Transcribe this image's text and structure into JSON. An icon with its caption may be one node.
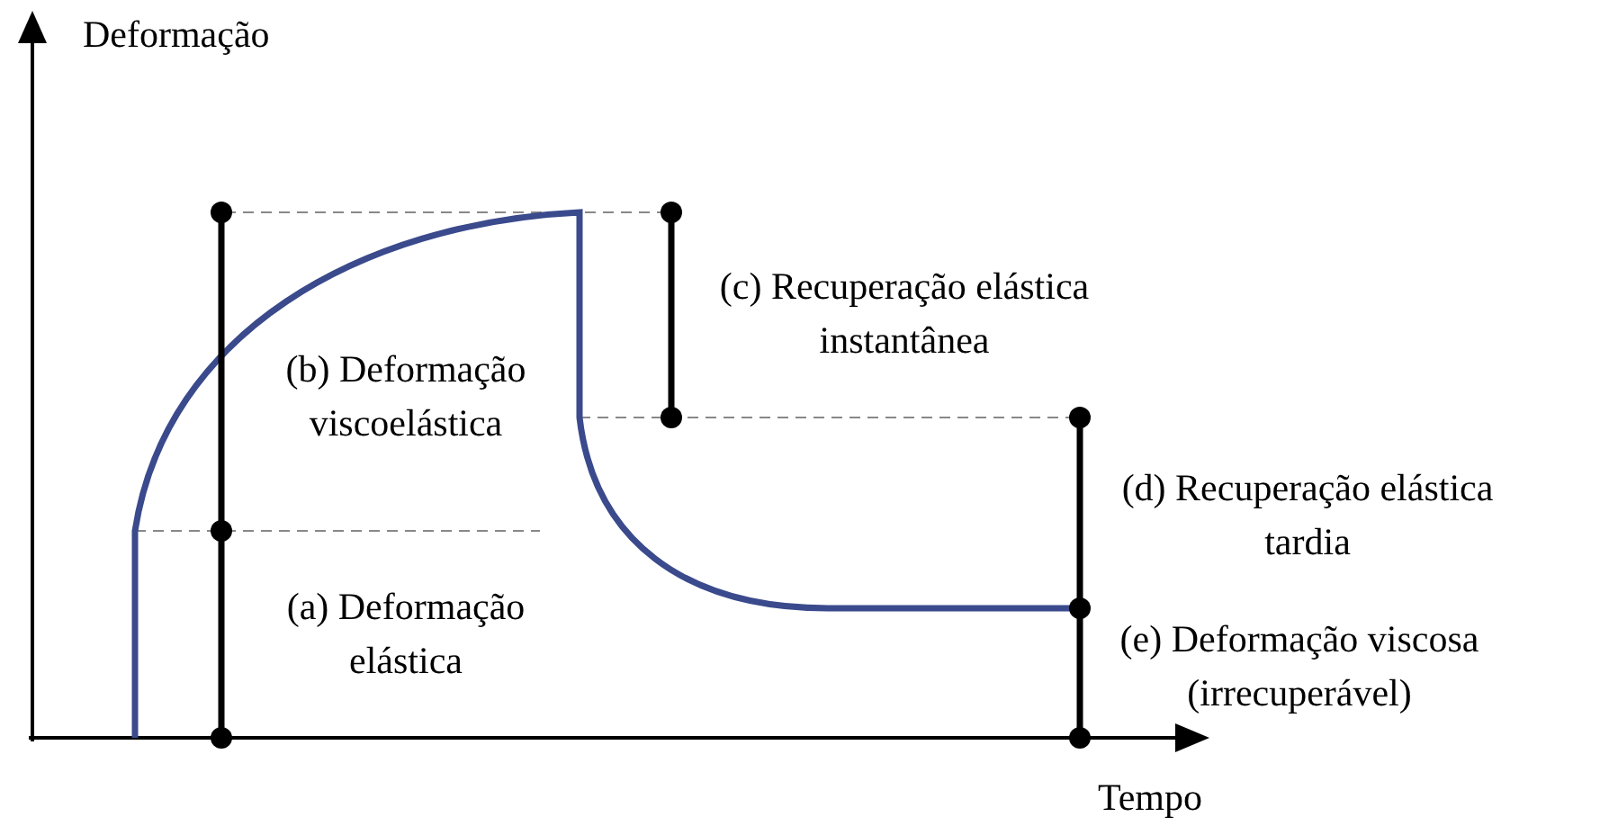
{
  "diagram": {
    "labels": [
      "Deformação",
      "(c) Recuperação elástica instantânea",
      "(b) Deformação viscoelástica",
      "(d) Recuperação elástica tardia",
      "(a) Deformação elástica",
      "(e) Deformação viscosa (irrecuperável)",
      "Tempo"
    ]
  }
}
